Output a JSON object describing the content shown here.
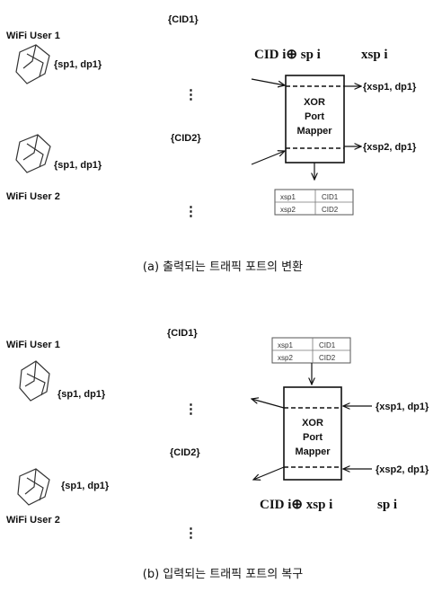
{
  "panel_a": {
    "cid1": "{CID1}",
    "cid2": "{CID2}",
    "user1": "WiFi User 1",
    "user2": "WiFi User 2",
    "user1_flow": "{sp1, dp1}",
    "user2_flow": "{sp1, dp1}",
    "formula_left": "CID i⊕ sp i",
    "formula_right": "xsp i",
    "mapper_lines": [
      "XOR",
      "Port",
      "Mapper"
    ],
    "out1": "{xsp1, dp1}",
    "out2": "{xsp2, dp1}",
    "table": [
      [
        "xsp1",
        "CID1"
      ],
      [
        "xsp2",
        "CID2"
      ]
    ],
    "dots": "⋮",
    "caption": "(a) 출력되는 트래픽 포트의 변환"
  },
  "panel_b": {
    "cid1": "{CID1}",
    "cid2": "{CID2}",
    "user1": "WiFi User 1",
    "user2": "WiFi User 2",
    "user1_flow": "{sp1, dp1}",
    "user2_flow": "{sp1, dp1}",
    "formula_left": "CID i⊕ xsp i",
    "formula_right": "sp i",
    "mapper_lines": [
      "XOR",
      "Port",
      "Mapper"
    ],
    "in1": "{xsp1, dp1}",
    "in2": "{xsp2, dp1}",
    "table": [
      [
        "xsp1",
        "CID1"
      ],
      [
        "xsp2",
        "CID2"
      ]
    ],
    "dots": "⋮",
    "caption": "(b) 입력되는 트래픽 포트의 복구"
  }
}
